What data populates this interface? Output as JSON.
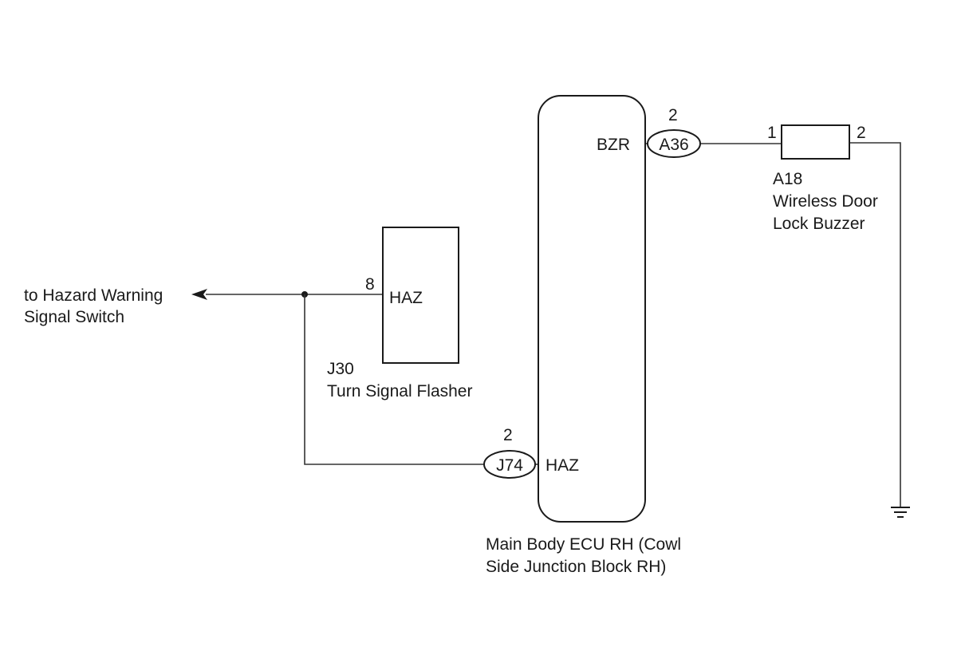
{
  "hazard_switch": {
    "label_line1": "to Hazard Warning",
    "label_line2": "Signal Switch"
  },
  "flasher": {
    "code": "J30",
    "name": "Turn Signal Flasher",
    "terminal_label": "HAZ",
    "pin": "8"
  },
  "ecu": {
    "name_line1": "Main Body ECU RH (Cowl",
    "name_line2": "Side Junction Block RH)",
    "terminal_bzr": "BZR",
    "terminal_haz": "HAZ"
  },
  "connector_a36": {
    "code": "A36",
    "pin": "2"
  },
  "connector_j74": {
    "code": "J74",
    "pin": "2"
  },
  "buzzer": {
    "code": "A18",
    "name_line1": "Wireless Door",
    "name_line2": "Lock Buzzer",
    "pin_in": "1",
    "pin_out": "2"
  }
}
